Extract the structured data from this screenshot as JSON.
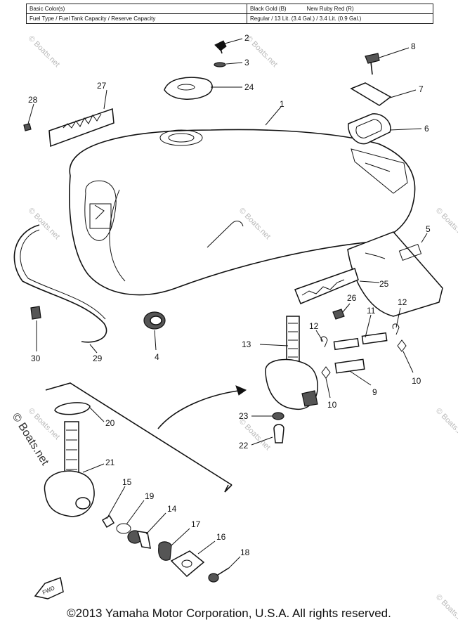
{
  "spec_table": {
    "rows": [
      {
        "label": "Basic Color(s)",
        "value_a": "Black Gold (B)",
        "value_b": "New Ruby Red (R)"
      },
      {
        "label": "Fuel Type / Fuel Tank Capacity / Reserve Capacity",
        "value_a": "Regular / 13 Lit. (3.4 Gal.) / 3.4 Lit. (0.9 Gal.)",
        "value_b": ""
      }
    ]
  },
  "callouts": [
    "1",
    "2",
    "3",
    "4",
    "5",
    "6",
    "7",
    "8",
    "9",
    "10",
    "10",
    "11",
    "12",
    "12",
    "13",
    "14",
    "15",
    "16",
    "17",
    "18",
    "19",
    "20",
    "21",
    "22",
    "23",
    "24",
    "25",
    "26",
    "27",
    "28",
    "29",
    "30"
  ],
  "watermark": "© Boats.net",
  "side_watermark": "© Boats.net",
  "fwd_label": "FWD",
  "copyright": "©2013 Yamaha Motor Corporation, U.S.A. All rights reserved."
}
